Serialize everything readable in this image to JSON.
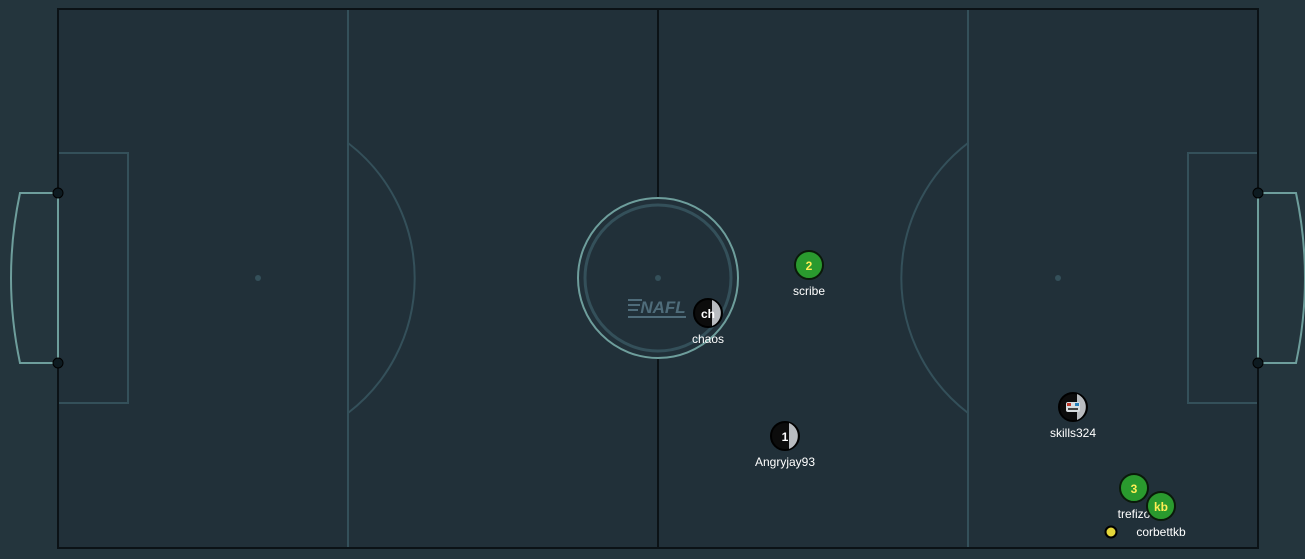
{
  "field": {
    "logo_text": "NAFL",
    "colors": {
      "background": "#24353d",
      "pitch": "#213039",
      "outer_line": "#0b1216",
      "inner_line": "#34505a",
      "goal_line": "#6e9e9c",
      "post": "#0d1a20"
    }
  },
  "players": [
    {
      "name": "scribe",
      "avatar": "2",
      "team": "green"
    },
    {
      "name": "chaos",
      "avatar": "ch",
      "team": "black"
    },
    {
      "name": "Angryjay93",
      "avatar": "1",
      "team": "black"
    },
    {
      "name": "skills324",
      "avatar": "",
      "team": "black"
    },
    {
      "name": "trefizo",
      "avatar": "3",
      "team": "green"
    },
    {
      "name": "corbettkb",
      "avatar": "kb",
      "team": "green"
    }
  ],
  "team_colors": {
    "green": {
      "fill": "#2a9a2e",
      "stroke": "#0a1a0a",
      "text": "#ffee55"
    },
    "black": {
      "fill": "#0c0c0c",
      "stroke": "#000000",
      "text": "#ffffff"
    }
  },
  "ball": {
    "color": "#e4d63a"
  }
}
